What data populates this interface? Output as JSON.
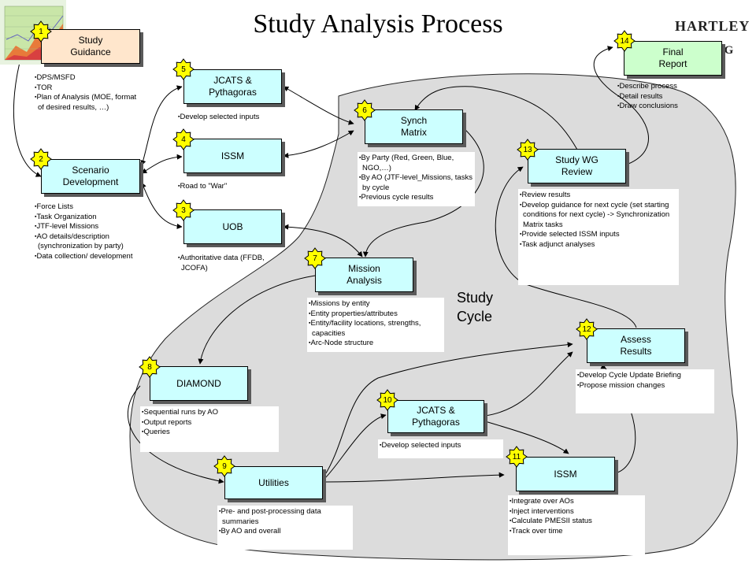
{
  "title": "Study Analysis Process",
  "logo": {
    "line1": "HARTLEY",
    "line2": "TING"
  },
  "cycle_label": "Study\nCycle",
  "colors": {
    "process": "#ccffff",
    "start": "#ffe6cc",
    "end": "#ccffcc",
    "cycle": "#dcdcdc",
    "star": "#ffff00"
  },
  "nodes": [
    {
      "num": "1",
      "label": "Study\nGuidance",
      "notes": [
        "DPS/MSFD",
        "TOR",
        "Plan of Analysis (MOE, format of desired results, …)"
      ]
    },
    {
      "num": "2",
      "label": "Scenario\nDevelopment",
      "notes": [
        "Force Lists",
        "Task Organization",
        "JTF-level Missions",
        "AO details/description (synchronization by party)",
        "Data collection/ development"
      ]
    },
    {
      "num": "3",
      "label": "UOB",
      "notes": [
        "Authoritative data (FFDB, JCOFA)"
      ]
    },
    {
      "num": "4",
      "label": "ISSM",
      "notes": [
        "Road to \"War\""
      ]
    },
    {
      "num": "5",
      "label": "JCATS &\nPythagoras",
      "notes": [
        "Develop selected inputs"
      ]
    },
    {
      "num": "6",
      "label": "Synch\nMatrix",
      "notes": [
        "By Party (Red, Green, Blue, NGO,…)",
        "By AO (JTF-level_Missions, tasks by cycle",
        "Previous cycle results"
      ]
    },
    {
      "num": "7",
      "label": "Mission\nAnalysis",
      "notes": [
        "Missions by entity",
        "Entity properties/attributes",
        "Entity/facility locations, strengths, capacities",
        "Arc-Node structure"
      ]
    },
    {
      "num": "8",
      "label": "DIAMOND",
      "notes": [
        "Sequential runs by AO",
        "Output reports",
        "Queries"
      ]
    },
    {
      "num": "9",
      "label": "Utilities",
      "notes": [
        "Pre- and post-processing data summaries",
        "By AO and overall"
      ]
    },
    {
      "num": "10",
      "label": "JCATS &\nPythagoras",
      "notes": [
        "Develop selected inputs"
      ]
    },
    {
      "num": "11",
      "label": "ISSM",
      "notes": [
        "Integrate over AOs",
        "Inject interventions",
        "Calculate PMESII status",
        "Track over time"
      ]
    },
    {
      "num": "12",
      "label": "Assess\nResults",
      "notes": [
        "Develop Cycle Update Briefing",
        "Propose mission changes"
      ]
    },
    {
      "num": "13",
      "label": "Study WG\nReview",
      "notes": [
        "Review results",
        "Develop guidance for next cycle (set starting conditions for next cycle) -> Synchronization Matrix tasks",
        "Provide selected ISSM inputs",
        "Task adjunct analyses"
      ]
    },
    {
      "num": "14",
      "label": "Final\nReport",
      "notes": [
        "Describe process",
        "Detail results",
        "Draw conclusions"
      ]
    }
  ]
}
